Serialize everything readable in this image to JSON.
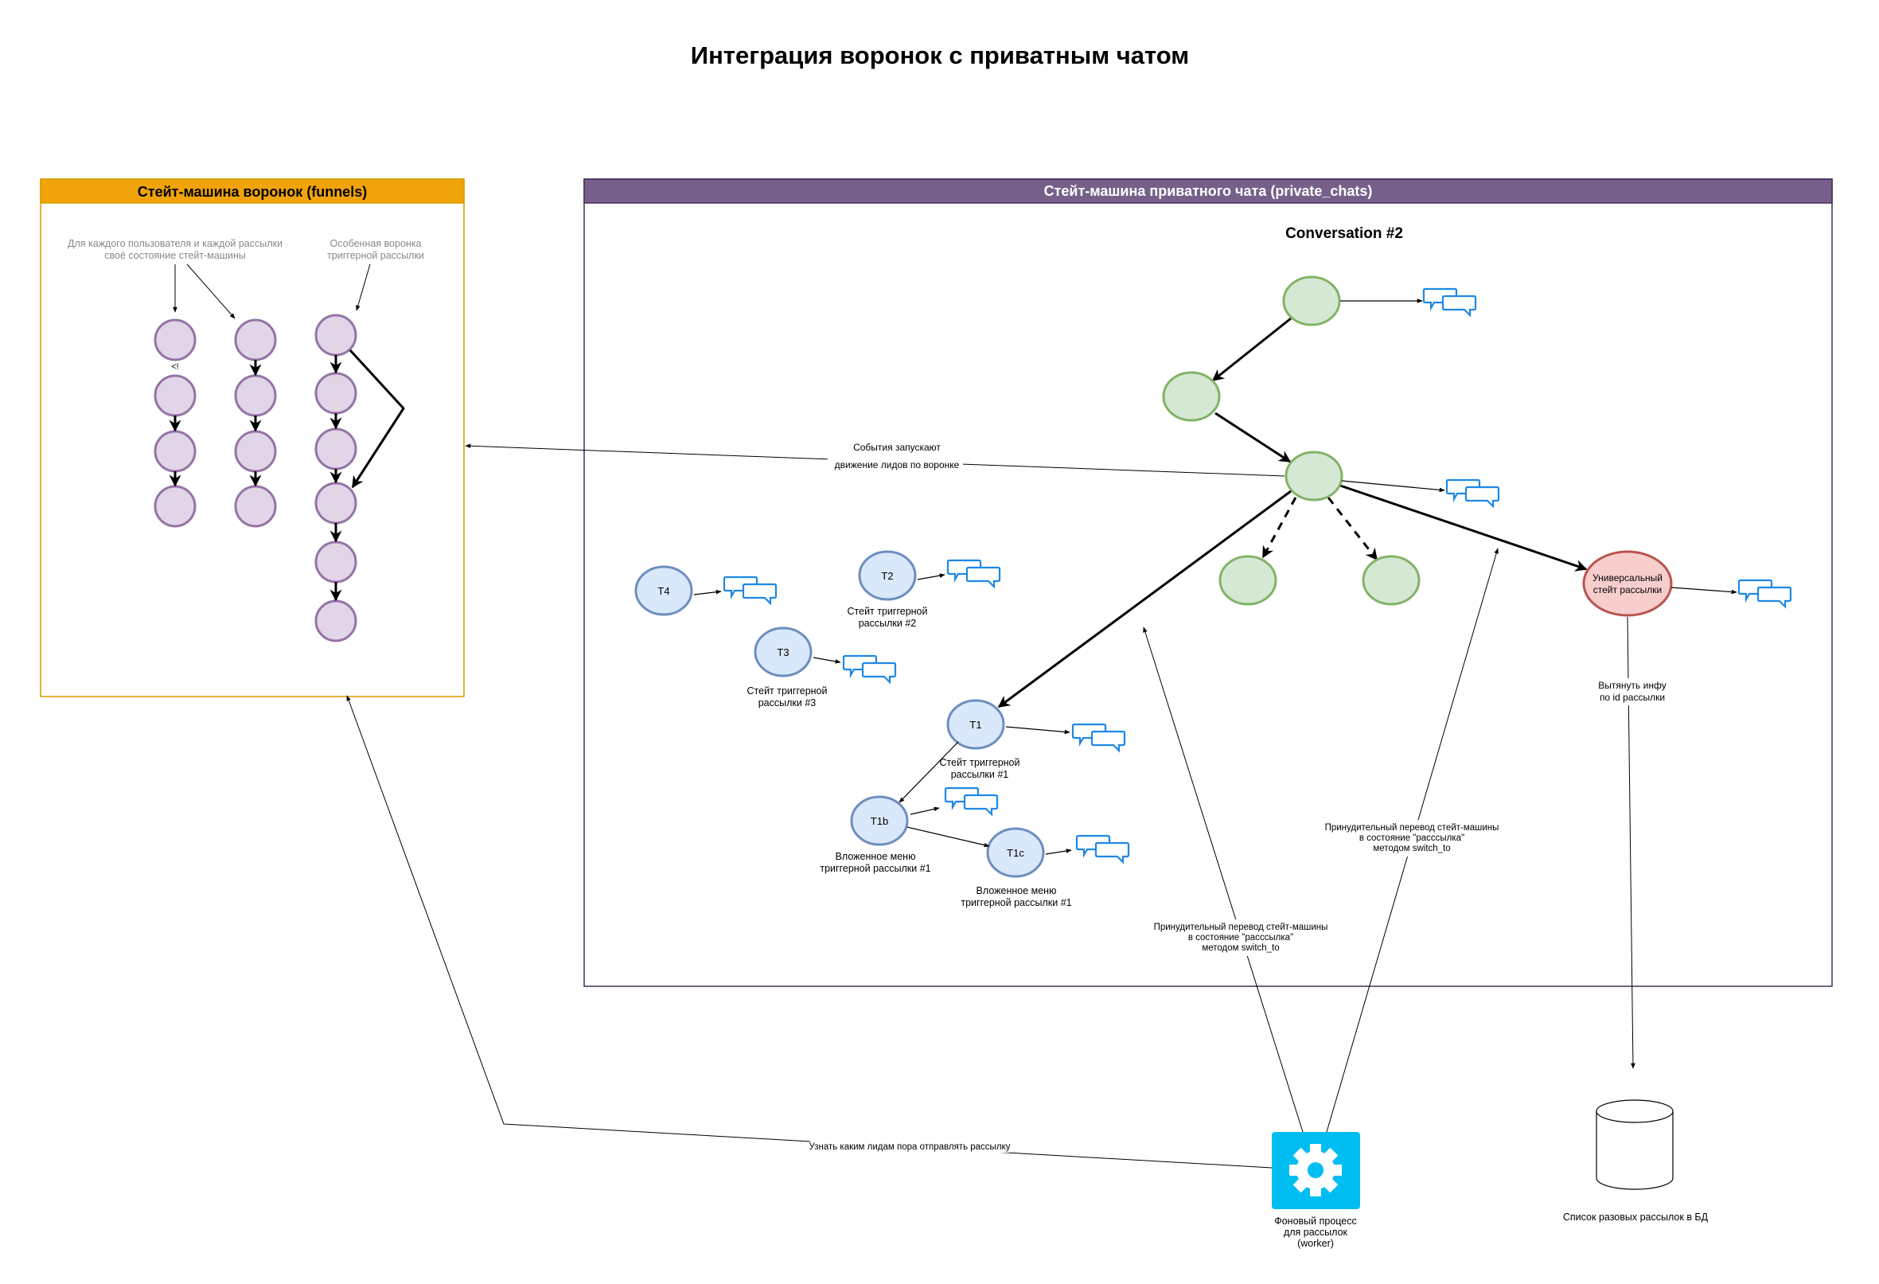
{
  "title": "Интеграция воронок с приватным чатом",
  "funnels": {
    "header": "Стейт-машина воронок (funnels)",
    "note_each_line1": "Для каждого пользователя и каждой рассылки",
    "note_each_line2": "своё состояние стейт-машины",
    "note_special_line1": "Особенная воронка",
    "note_special_line2": "триггерной рассылки",
    "stray_mark": "<!"
  },
  "private_chat": {
    "header": "Стейт-машина приватного чата (private_chats)",
    "conversation_label": "Conversation #2",
    "events_label_line1": "События запускают",
    "events_label_line2": "движение лидов по воронке",
    "universal_state_line1": "Универсальный",
    "universal_state_line2": "стейт рассылки",
    "fetch_info_line1": "Вытянуть инфу",
    "fetch_info_line2": "по id рассылки",
    "nodes": {
      "t1": "T1",
      "t2": "T2",
      "t3": "T3",
      "t4": "T4",
      "t1b": "T1b",
      "t1c": "T1c"
    },
    "captions": {
      "t1_line1": "Стейт триггерной",
      "t1_line2": "рассылки #1",
      "t2_line1": "Стейт триггерной",
      "t2_line2": "рассылки #2",
      "t3_line1": "Стейт триггерной",
      "t3_line2": "рассылки #3",
      "t1b_line1": "Вложенное меню",
      "t1b_line2": "триггерной рассылки #1",
      "t1c_line1": "Вложенное меню",
      "t1c_line2": "триггерной рассылки #1"
    }
  },
  "forced_switch_1": {
    "line1": "Принудительный перевод стейт-машины",
    "line2": "в состояние \"расссылка\"",
    "line3": "методом switch_to"
  },
  "forced_switch_2": {
    "line1": "Принудительный перевод стейт-машины",
    "line2": "в состояние \"расссылка\"",
    "line3": "методом switch_to"
  },
  "worker": {
    "icon": "gear-icon",
    "line1": "Фоновый процесс",
    "line2": "для рассылок",
    "line3": "(worker)",
    "query_label": "Узнать каким лидам пора отправлять рассылку"
  },
  "database": {
    "icon": "database-icon",
    "label": "Список разовых рассылок в БД"
  },
  "colors": {
    "funnels_header": "#f0a30a",
    "funnels_border": "#d79b00",
    "private_header": "#76608a",
    "private_border": "#432d57",
    "funnel_node_fill": "#e1d5e7",
    "funnel_node_stroke": "#9673a6",
    "chat_node_fill": "#d5e8d4",
    "chat_node_stroke": "#82b366",
    "trigger_node_fill": "#dae8fc",
    "trigger_node_stroke": "#6c8ebf",
    "universal_fill": "#f8cecc",
    "universal_stroke": "#b85450",
    "message_icon": "#1e88e5",
    "worker_fill": "#00bef2"
  }
}
